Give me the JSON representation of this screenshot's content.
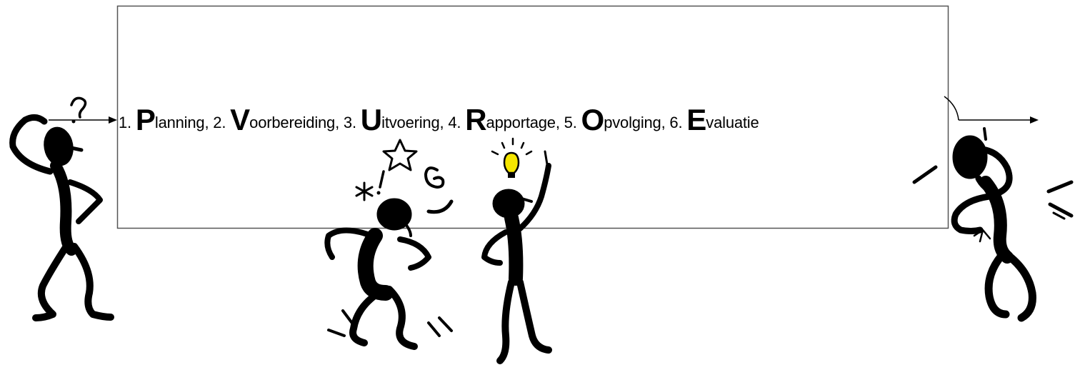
{
  "steps": [
    {
      "number": "1.",
      "initial": "P",
      "rest": "lanning",
      "sep": ", "
    },
    {
      "number": "2.",
      "initial": "V",
      "rest": "oorbereiding",
      "sep": ", "
    },
    {
      "number": "3.",
      "initial": "U",
      "rest": "itvoering",
      "sep": ", "
    },
    {
      "number": "4.",
      "initial": "R",
      "rest": "apportage",
      "sep": ", "
    },
    {
      "number": "5.",
      "initial": "O",
      "rest": "pvolging",
      "sep": ", "
    },
    {
      "number": "6.",
      "initial": "E",
      "rest": "valuatie",
      "sep": ""
    }
  ],
  "colors": {
    "ink": "#000000",
    "frame": "#555555",
    "bulb": "#f5e600"
  },
  "icons": [
    "question-mark-icon",
    "asterisk-icon",
    "exclamation-icon",
    "star-icon",
    "swirl-icon",
    "lightbulb-icon"
  ]
}
